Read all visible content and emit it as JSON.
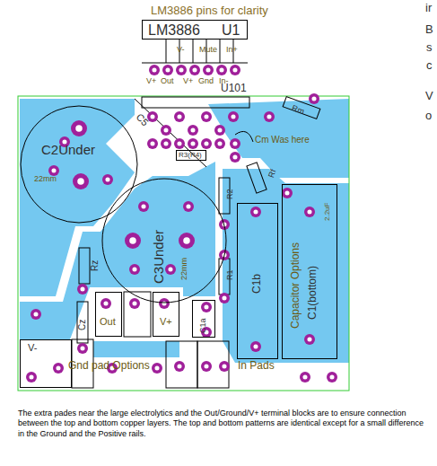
{
  "diagram": {
    "title": "LM3886 pins for clarity",
    "caption": "The extra pades near the large electrolytics and the Out/Ground/V+ terminal blocks are to ensure connection between the top and bottom copper layers. The top and bottom patterns are identical except for a small difference in the Ground and the Positive rails.",
    "nodes": [
      {
        "text": [
          "LM3886",
          "U1"
        ]
      },
      {
        "text": [
          "C2Under",
          "22mm"
        ]
      },
      {
        "text": [
          "C3Under",
          "22mm"
        ]
      },
      {
        "text": [
          "C1b"
        ]
      },
      {
        "text": [
          "Capacitor Options",
          "C1(bottom)",
          "2.2uF"
        ]
      },
      {
        "text": [
          "C1a"
        ]
      },
      {
        "text": [
          "Out"
        ]
      },
      {
        "text": [
          "V+"
        ]
      },
      {
        "text": [
          "V-"
        ]
      },
      {
        "text": [
          "R3(R4)"
        ]
      }
    ],
    "labels": [
      "V-",
      "Mute",
      "In+",
      "V+",
      "Out",
      "V+",
      "Gnd",
      "In-",
      "U101",
      "C5",
      "Rm",
      "Cm Was here",
      "Rf",
      "R2",
      "R1",
      "Rz",
      "Cz",
      "Gnd pad Options",
      "In Pads",
      "ir",
      "B",
      "s",
      "c",
      "V",
      "o"
    ]
  }
}
